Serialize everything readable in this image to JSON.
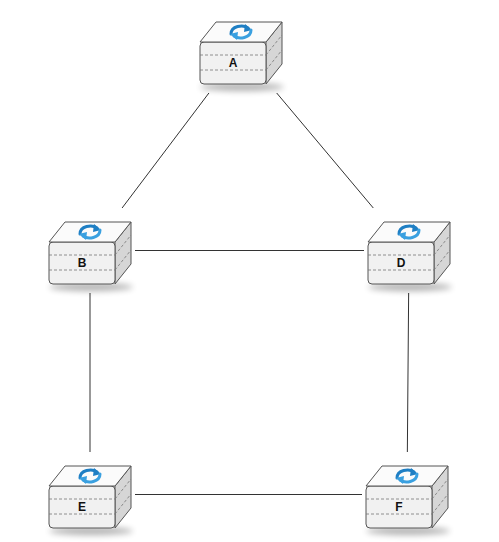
{
  "diagram": {
    "nodes": [
      {
        "text": [
          "A"
        ]
      },
      {
        "text": [
          "B"
        ]
      },
      {
        "text": [
          "D"
        ]
      },
      {
        "text": [
          "E"
        ]
      },
      {
        "text": [
          "F"
        ]
      }
    ],
    "edges": [
      {
        "from": 0,
        "to": 1,
        "arrow": "none"
      },
      {
        "from": 0,
        "to": 2,
        "arrow": "none"
      },
      {
        "from": 1,
        "to": 2,
        "arrow": "none"
      },
      {
        "from": 1,
        "to": 3,
        "arrow": "none"
      },
      {
        "from": 2,
        "to": 4,
        "arrow": "none"
      },
      {
        "from": 3,
        "to": 4,
        "arrow": "none"
      }
    ]
  }
}
